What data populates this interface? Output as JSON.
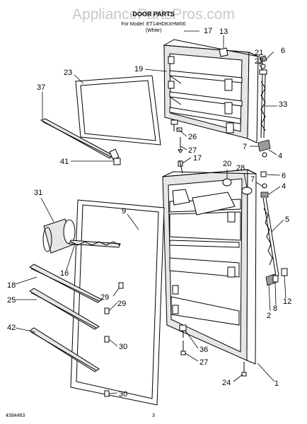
{
  "watermark": "AppliancePartsPros.com",
  "header": {
    "title": "DOOR PARTS",
    "line1": "For Model: ET14HDKXHW00",
    "line2": "(White)"
  },
  "callouts": [
    "17",
    "13",
    "6",
    "21",
    "22",
    "23",
    "19",
    "37",
    "33",
    "26",
    "27",
    "7",
    "4",
    "41",
    "17",
    "20",
    "28",
    "6",
    "7",
    "4",
    "31",
    "9",
    "5",
    "16",
    "18",
    "29",
    "25",
    "29",
    "2",
    "8",
    "12",
    "42",
    "30",
    "36",
    "27",
    "24",
    "1",
    "30"
  ],
  "footer": {
    "doc_number": "4394463",
    "page": "3"
  }
}
